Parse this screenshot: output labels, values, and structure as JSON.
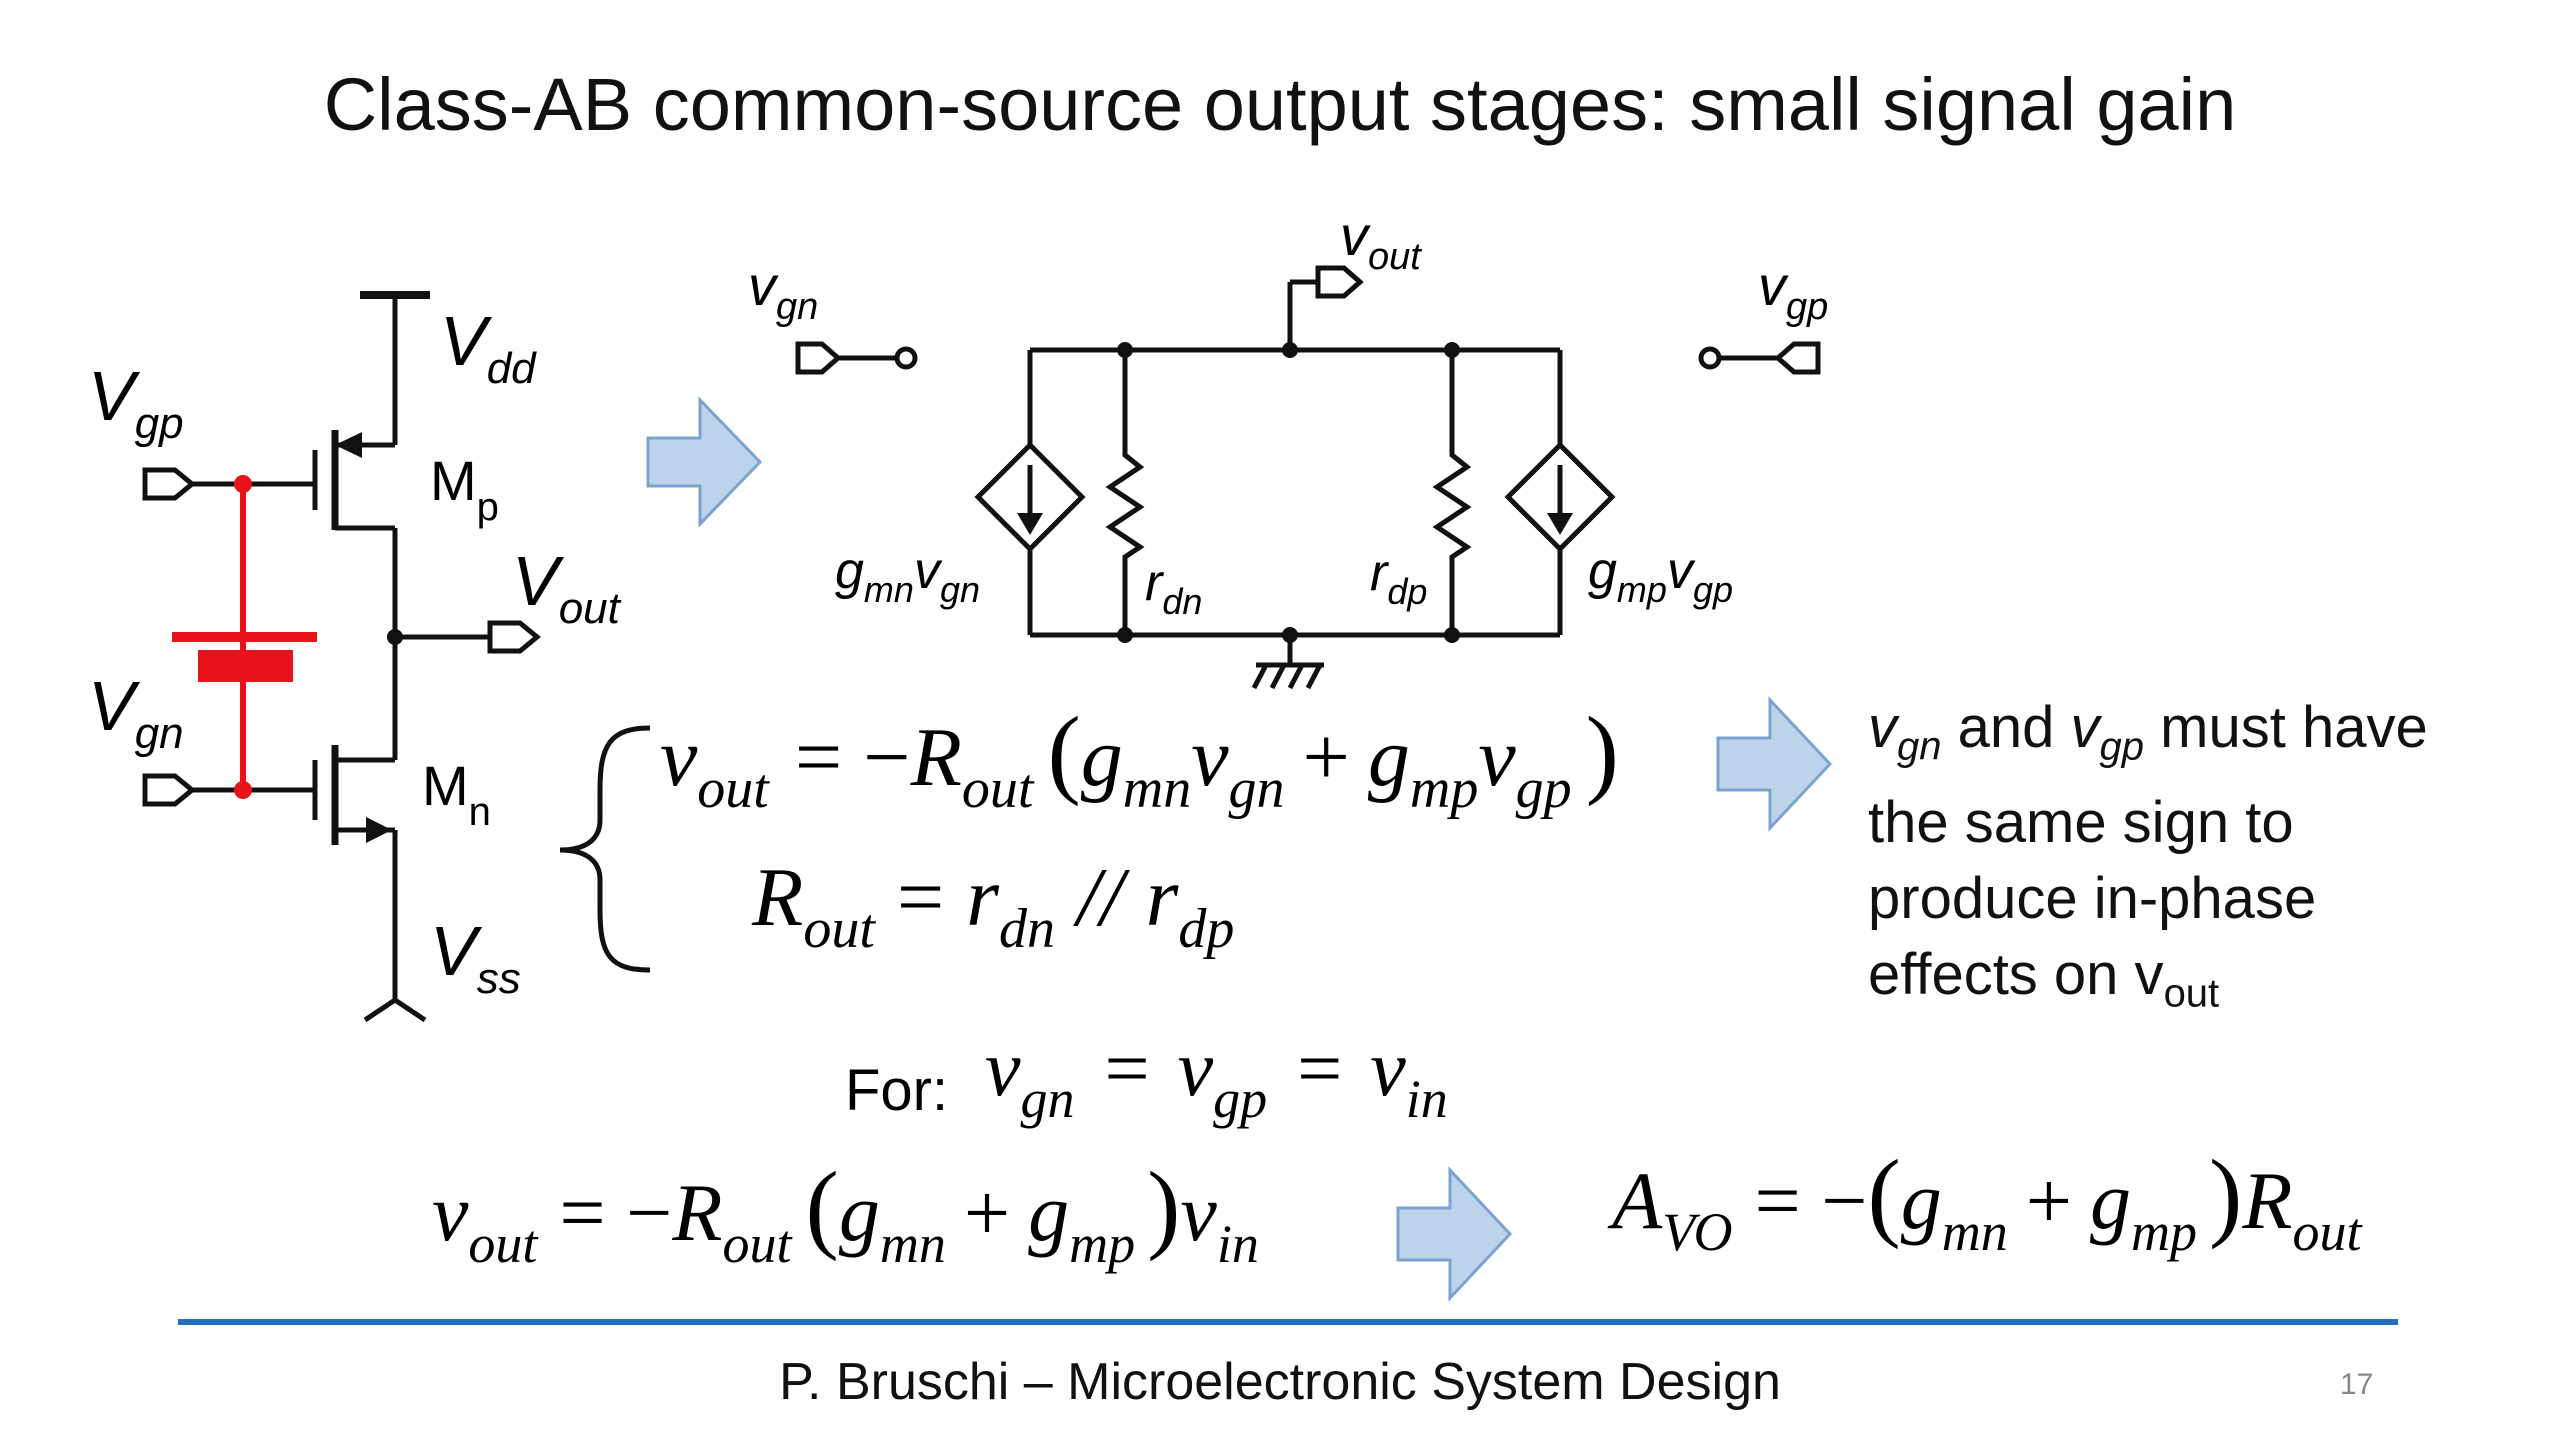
{
  "title": "Class-AB common-source output stages: small signal gain",
  "footer": "P. Bruschi – Microelectronic System Design",
  "page_number": "17",
  "note": {
    "v": "v",
    "gn": "gn",
    "and": "and",
    "gp": "gp",
    "line1_end": "must have",
    "line2": "the same sign to",
    "line3": "produce in-phase",
    "line4_start": "effects on v",
    "out": "out"
  },
  "schematic": {
    "V": "V",
    "dd": "dd",
    "gp": "gp",
    "gn": "gn",
    "out": "out",
    "ss": "ss",
    "M": "M",
    "p": "p",
    "n": "n"
  },
  "small_signal": {
    "v": "v",
    "g": "g",
    "r": "r",
    "gn": "gn",
    "gp": "gp",
    "out": "out",
    "mn": "mn",
    "mp": "mp",
    "dn": "dn",
    "dp": "dp"
  },
  "equations": {
    "v": "v",
    "R": "R",
    "g": "g",
    "r": "r",
    "A": "A",
    "VO": "VO",
    "out": "out",
    "gn": "gn",
    "gp": "gp",
    "mn": "mn",
    "mp": "mp",
    "dn": "dn",
    "dp": "dp",
    "in": "in",
    "eq_neg": "= −",
    "eq": "=",
    "plus": "+",
    "parallel": "//",
    "lparen": "(",
    "rparen": ")",
    "for_label": "For:"
  },
  "colors": {
    "bias_network": "#e8121b",
    "arrow_fill": "#bcd3ea",
    "arrow_stroke": "#7aa3cf",
    "footer_rule": "#1f6fbf"
  }
}
